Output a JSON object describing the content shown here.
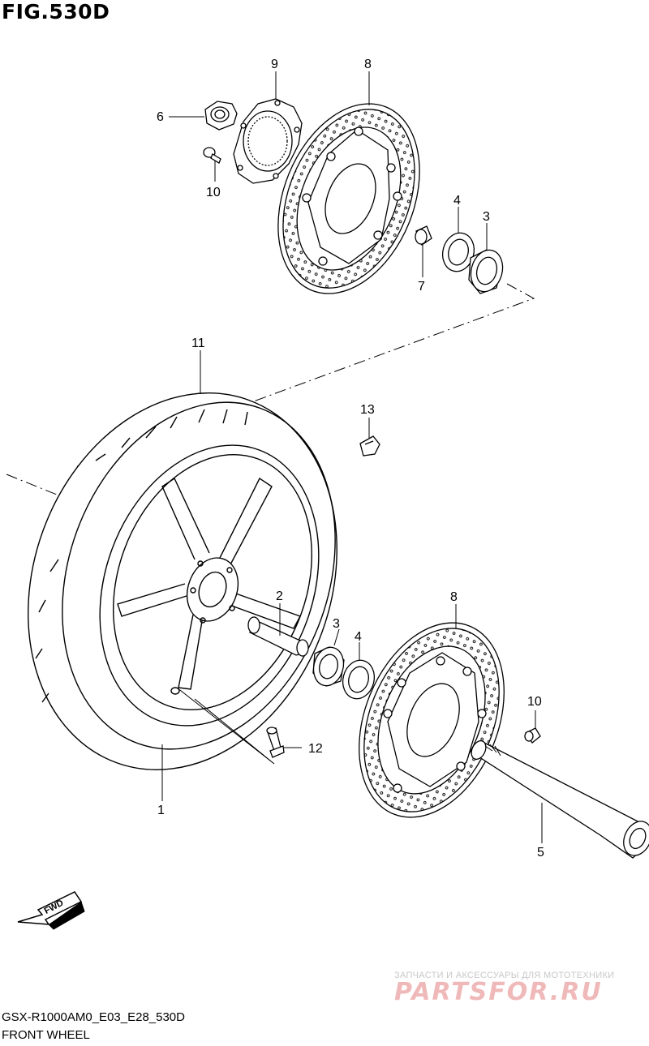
{
  "figure": {
    "title": "FIG.530D",
    "model_code": "GSX-R1000AM0_E03_E28_530D",
    "caption": "FRONT WHEEL"
  },
  "callouts": [
    {
      "id": "c1",
      "label": "1"
    },
    {
      "id": "c2",
      "label": "2"
    },
    {
      "id": "c3a",
      "label": "3"
    },
    {
      "id": "c3b",
      "label": "3"
    },
    {
      "id": "c4a",
      "label": "4"
    },
    {
      "id": "c4b",
      "label": "4"
    },
    {
      "id": "c5",
      "label": "5"
    },
    {
      "id": "c6",
      "label": "6"
    },
    {
      "id": "c7",
      "label": "7"
    },
    {
      "id": "c8a",
      "label": "8"
    },
    {
      "id": "c8b",
      "label": "8"
    },
    {
      "id": "c9",
      "label": "9"
    },
    {
      "id": "c10a",
      "label": "10"
    },
    {
      "id": "c10b",
      "label": "10"
    },
    {
      "id": "c11",
      "label": "11"
    },
    {
      "id": "c12",
      "label": "12"
    },
    {
      "id": "c13",
      "label": "13"
    }
  ],
  "direction_badge": "FWD",
  "watermark": {
    "tagline": "ЗАПЧАСТИ И АКСЕССУАРЫ ДЛЯ МОТОТЕХНИКИ",
    "logo": "PARTSFOR.RU"
  }
}
